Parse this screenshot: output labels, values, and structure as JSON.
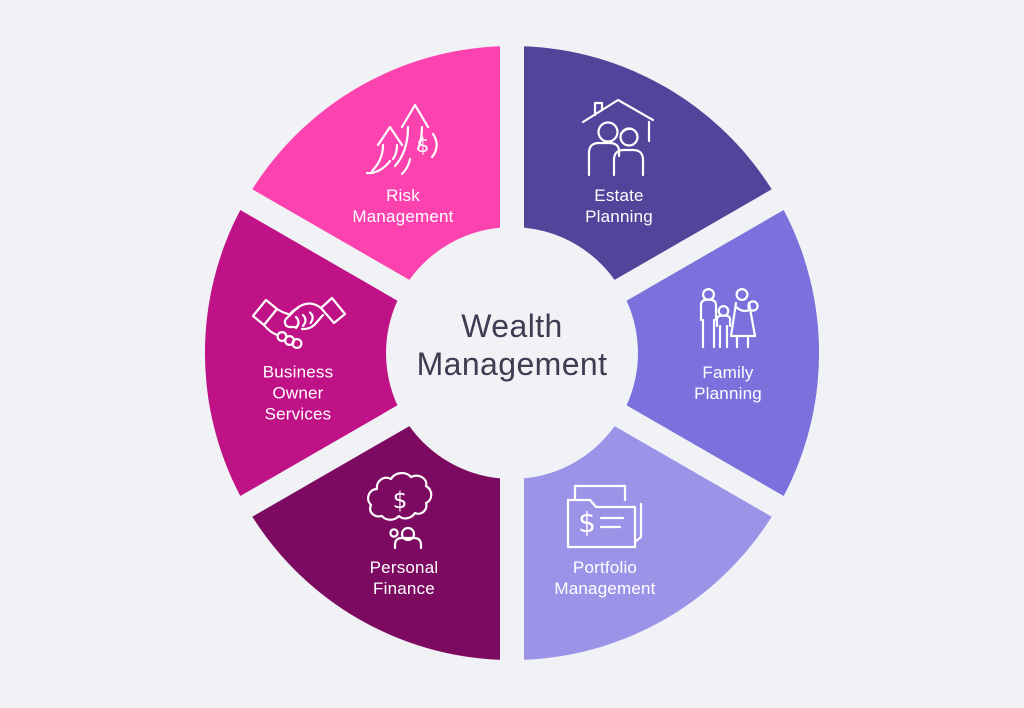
{
  "background_color": "#F1F2F5",
  "wheel": {
    "type": "segmented-cycle-wheel",
    "center_label": "Wealth\nManagement",
    "center_label_color": "#3E3C52",
    "segment_label_color": "#FFFFFF",
    "dollar_symbol": "$",
    "segments": [
      {
        "id": "risk-management",
        "label": "Risk\nManagement",
        "color": "#FC42AE",
        "icon": "growth-arrows-dollar-icon",
        "position": "top-left"
      },
      {
        "id": "estate-planning",
        "label": "Estate\nPlanning",
        "color": "#53439B",
        "icon": "house-family-icon",
        "position": "top-right"
      },
      {
        "id": "family-planning",
        "label": "Family\nPlanning",
        "color": "#7B70DC",
        "icon": "family-icon",
        "position": "right"
      },
      {
        "id": "portfolio-management",
        "label": "Portfolio\nManagement",
        "color": "#9C93E9",
        "icon": "dollar-folder-icon",
        "position": "bottom-right"
      },
      {
        "id": "personal-finance",
        "label": "Personal\nFinance",
        "color": "#7D0A61",
        "icon": "dollar-thought-cloud-person-icon",
        "position": "bottom-left"
      },
      {
        "id": "business-owner-services",
        "label": "Business\nOwner\nServices",
        "color": "#C01287",
        "icon": "handshake-icon",
        "position": "left"
      }
    ]
  }
}
